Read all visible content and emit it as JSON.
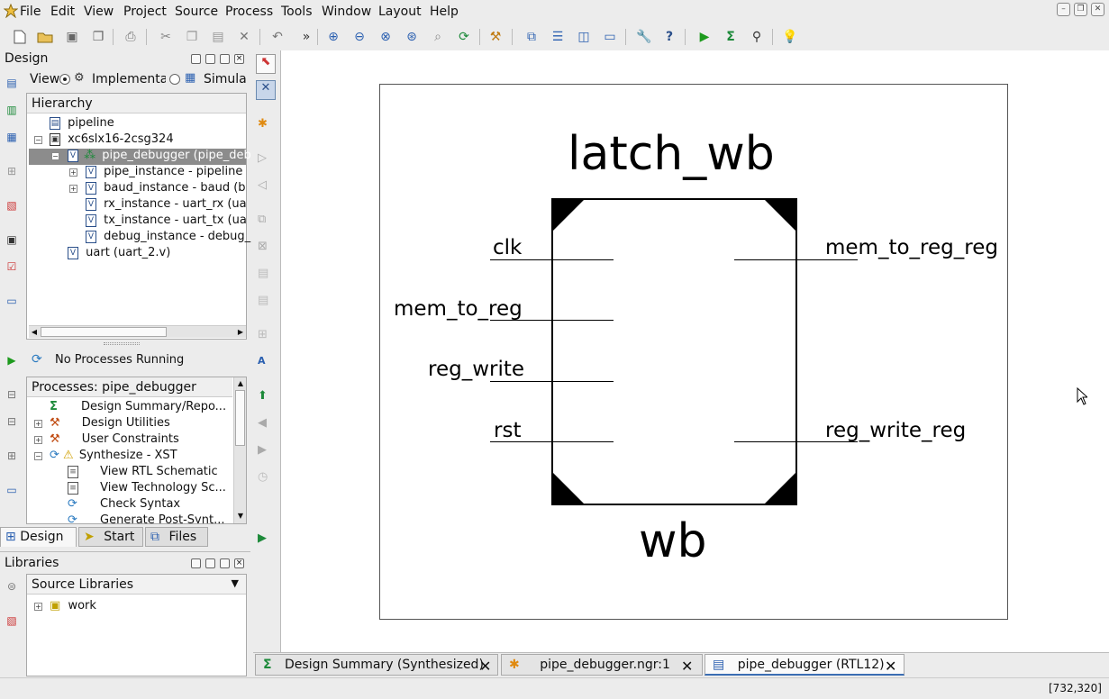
{
  "menu": [
    "File",
    "Edit",
    "View",
    "Project",
    "Source",
    "Process",
    "Tools",
    "Window",
    "Layout",
    "Help"
  ],
  "design_panel": {
    "title": "Design",
    "view_label": "View:",
    "view_options": [
      "Implementation",
      "Simulation"
    ],
    "selected_view": "Implementation",
    "hierarchy_header": "Hierarchy",
    "tree": [
      {
        "label": "pipeline"
      },
      {
        "label": "xc6slx16-2csg324"
      },
      {
        "label": "pipe_debugger (pipe_deb"
      },
      {
        "label": "pipe_instance - pipeline"
      },
      {
        "label": "baud_instance - baud (b"
      },
      {
        "label": "rx_instance - uart_rx (ua"
      },
      {
        "label": "tx_instance - uart_tx (ua"
      },
      {
        "label": "debug_instance - debug_"
      },
      {
        "label": "uart (uart_2.v)"
      }
    ],
    "process_status": "No Processes Running",
    "processes_header": "Processes: pipe_debugger",
    "processes": [
      {
        "label": "Design Summary/Repo..."
      },
      {
        "label": "Design Utilities"
      },
      {
        "label": "User Constraints"
      },
      {
        "label": "Synthesize - XST"
      },
      {
        "label": "View RTL Schematic"
      },
      {
        "label": "View Technology Sc..."
      },
      {
        "label": "Check Syntax"
      },
      {
        "label": "Generate Post-Synt..."
      }
    ],
    "tabs": [
      "Design",
      "Start",
      "Files"
    ],
    "active_tab": "Design"
  },
  "libraries_panel": {
    "title": "Libraries",
    "dropdown": "Source Libraries",
    "items": [
      "work"
    ]
  },
  "schematic": {
    "block_name": "latch_wb",
    "instance_name": "wb",
    "inputs": [
      "clk",
      "mem_to_reg",
      "reg_write",
      "rst"
    ],
    "outputs": [
      "mem_to_reg_reg",
      "reg_write_reg"
    ]
  },
  "editor_tabs": [
    {
      "label": "Design Summary (Synthesized)"
    },
    {
      "label": "pipe_debugger.ngr:1"
    },
    {
      "label": "pipe_debugger (RTL12)"
    }
  ],
  "active_editor_tab": "pipe_debugger (RTL12)",
  "status_bar": {
    "coordinates": "[732,320]"
  },
  "colors": {
    "accent": "#3b6db3",
    "selection": "#8c8c8c",
    "play_green": "#1d9a1d"
  }
}
